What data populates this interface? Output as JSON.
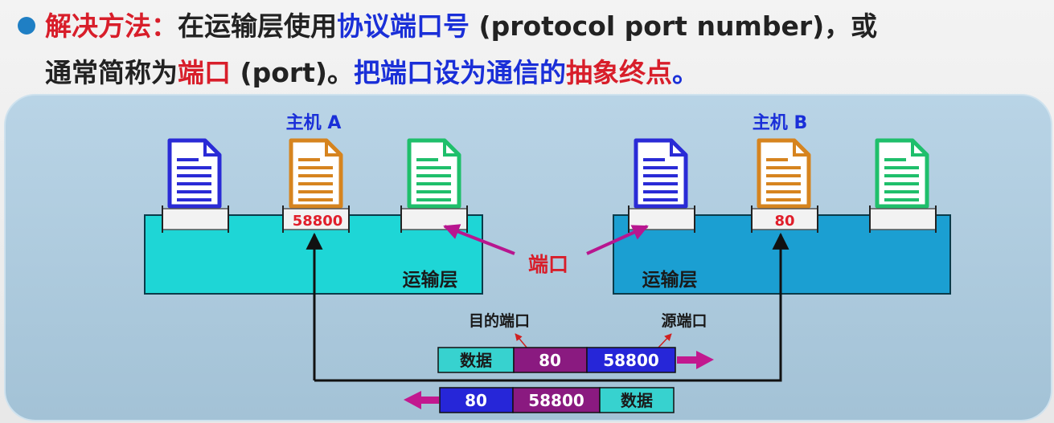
{
  "headline": {
    "line1_a": "解决方法：",
    "line1_b": "在运输层使用",
    "line1_c": "协议端口号",
    "line1_d": " (protocol port number)，或",
    "line2_a": "通常简称为",
    "line2_b": "端口",
    "line2_c": " (port)。",
    "line2_d": "把端口设为通信的",
    "line2_e": "抽象终点",
    "line2_f": "。"
  },
  "hosts": {
    "a": {
      "label": "主机 A",
      "layer": "运输层",
      "port": "58800"
    },
    "b": {
      "label": "主机 B",
      "layer": "运输层",
      "port": "80"
    }
  },
  "port_label": "端口",
  "dest_port_label": "目的端口",
  "src_port_label": "源端口",
  "packet_top": [
    "数据",
    "80",
    "58800"
  ],
  "packet_bottom": [
    "80",
    "58800",
    "数据"
  ],
  "colors": {
    "panel": "#a9c9de",
    "layer_a": "#1ed6d6",
    "layer_b": "#1b9fd2",
    "blue_doc": "#2a2bd6",
    "orange_doc": "#d6841f",
    "green_doc": "#1fbf6b",
    "magenta": "#b8168f",
    "purple_cell": "#8a1a80",
    "blue_cell": "#2626d8",
    "cyan_cell": "#37d2cf",
    "red_text": "#e01e2a",
    "blue_text": "#1a2fd8"
  }
}
